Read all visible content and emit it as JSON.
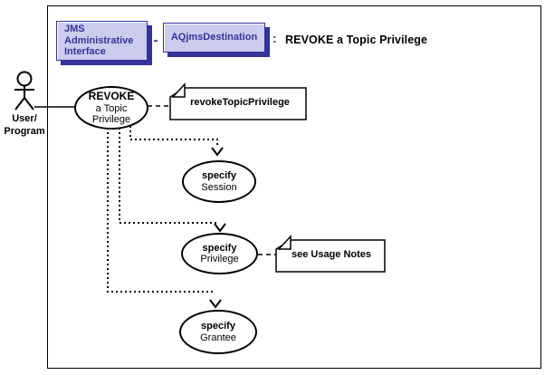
{
  "diagram": {
    "header": {
      "interface_button": "JMS\nAdministrative\nInterface",
      "separator": "-",
      "class_button": "AQjmsDestination",
      "colon": ":",
      "title": "REVOKE a Topic Privilege"
    },
    "actor": {
      "label": "User/\nProgram"
    },
    "use_cases": {
      "revoke": {
        "title": "REVOKE",
        "subtitle": "a Topic\nPrivilege"
      },
      "session": {
        "title": "specify",
        "subtitle": "Session"
      },
      "privilege": {
        "title": "specify",
        "subtitle": "Privilege"
      },
      "grantee": {
        "title": "specify",
        "subtitle": "Grantee"
      }
    },
    "notes": {
      "method_note": "revokeTopicPrivilege",
      "usage_note": "see Usage Notes"
    },
    "icons": {
      "actor": "stick-figure-icon",
      "note_fold": "folded-corner-icon",
      "arrow": "open-arrowhead-down-icon"
    },
    "colors": {
      "accent": "#333399",
      "button_face": "#ccccee",
      "line": "#000000",
      "background": "#ffffff"
    }
  }
}
